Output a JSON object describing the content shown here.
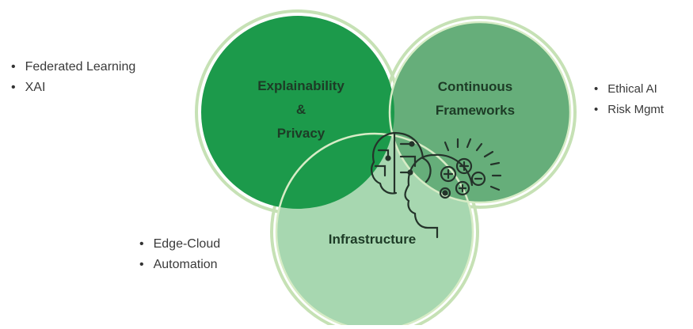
{
  "diagram": {
    "circles": {
      "explainability": {
        "lines": [
          "Explainability",
          "&",
          "Privacy"
        ],
        "fill": "#1c9a4b"
      },
      "continuous": {
        "lines": [
          "Continuous",
          "Frameworks"
        ],
        "fill": "#66ae7a"
      },
      "infrastructure": {
        "lines": [
          "Infrastructure"
        ],
        "fill": "#a7d7b0"
      }
    },
    "outline_color": "#c4dfb0",
    "center_icons": [
      "ai-brain-icon",
      "human-head-thinking-icon"
    ]
  },
  "lists": {
    "left_top": [
      "Federated Learning",
      "XAI"
    ],
    "right": [
      "Ethical AI",
      "Risk Mgmt"
    ],
    "bottom_left": [
      "Edge-Cloud",
      "Automation"
    ]
  }
}
